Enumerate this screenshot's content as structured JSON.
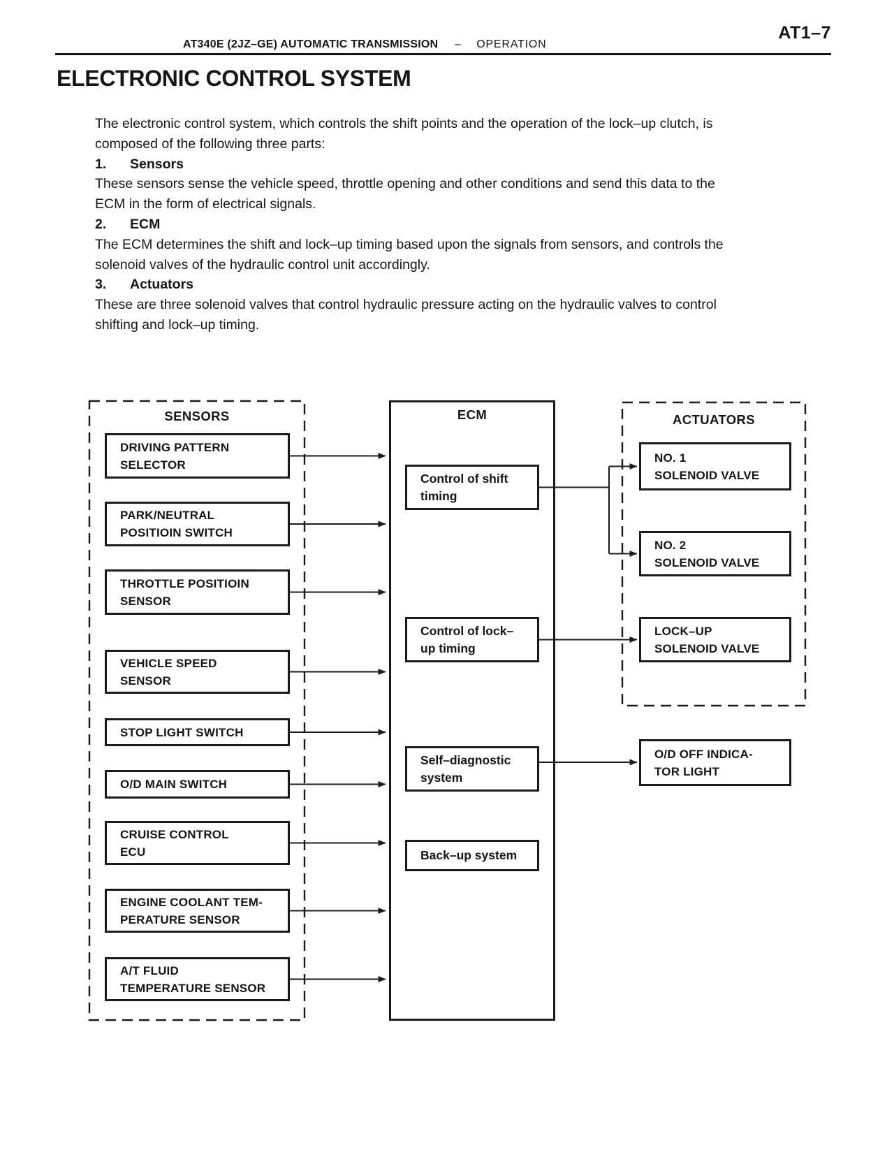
{
  "page": {
    "page_number": "AT1–7",
    "header": {
      "title": "AT340E (2JZ–GE) AUTOMATIC TRANSMISSION",
      "separator": "–",
      "section": "OPERATION"
    },
    "title": "ELECTRONIC CONTROL SYSTEM"
  },
  "intro": {
    "lead": "The electronic control system, which controls the shift points and the operation of the lock–up clutch, is\ncomposed of the following three parts:",
    "items": [
      {
        "num": "1.",
        "heading": "Sensors",
        "body": "These sensors sense the vehicle speed, throttle opening and other conditions and send this data to the\nECM in the form of electrical signals."
      },
      {
        "num": "2.",
        "heading": "ECM",
        "body": "The ECM determines the shift and lock–up timing based upon the signals from sensors, and controls the\nsolenoid valves of the hydraulic control unit accordingly."
      },
      {
        "num": "3.",
        "heading": "Actuators",
        "body": "These are three solenoid valves that control hydraulic pressure acting on the hydraulic valves to control\nshifting and lock–up timing."
      }
    ]
  },
  "diagram": {
    "sensors": {
      "title": "SENSORS",
      "items": [
        "DRIVING PATTERN\nSELECTOR",
        "PARK/NEUTRAL\nPOSITIOIN SWITCH",
        "THROTTLE POSITIOIN\nSENSOR",
        "VEHICLE SPEED\nSENSOR",
        "STOP LIGHT SWITCH",
        "O/D MAIN SWITCH",
        "CRUISE CONTROL\nECU",
        "ENGINE COOLANT TEM-\nPERATURE SENSOR",
        "A/T FLUID\nTEMPERATURE SENSOR"
      ]
    },
    "ecm": {
      "title": "ECM",
      "functions": [
        "Control of shift\ntiming",
        "Control of lock–\nup timing",
        "Self–diagnostic\nsystem",
        "Back–up system"
      ]
    },
    "actuators": {
      "title": "ACTUATORS",
      "items": [
        "NO. 1\nSOLENOID VALVE",
        "NO. 2\nSOLENOID VALVE",
        "LOCK–UP\nSOLENOID VALVE"
      ]
    },
    "indicator": {
      "label": "O/D OFF INDICA-\nTOR LIGHT"
    }
  }
}
